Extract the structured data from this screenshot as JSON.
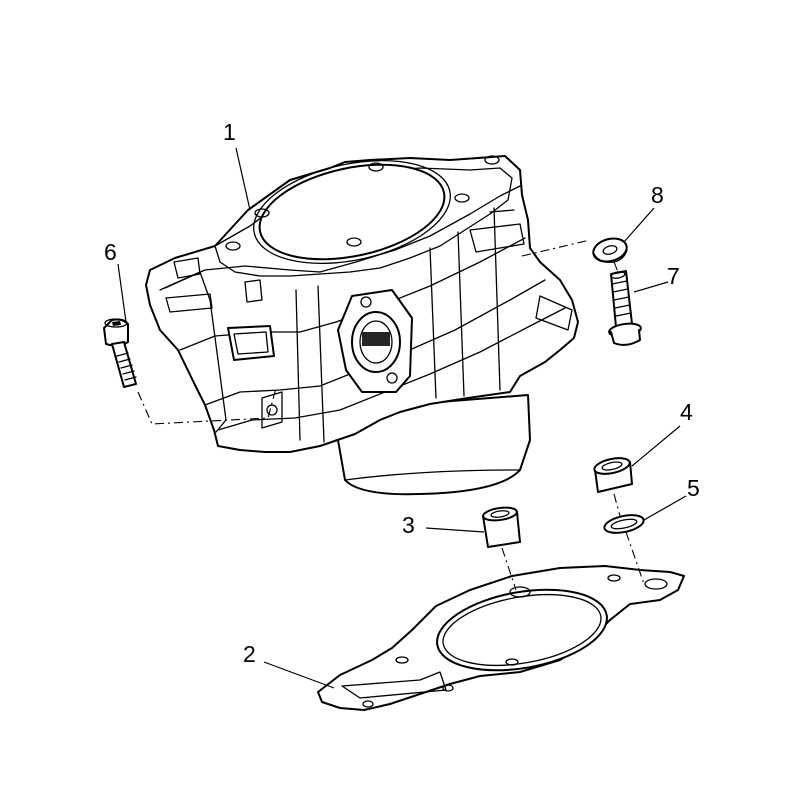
{
  "callouts": [
    {
      "id": "1",
      "label": "1"
    },
    {
      "id": "2",
      "label": "2"
    },
    {
      "id": "3",
      "label": "3"
    },
    {
      "id": "4",
      "label": "4"
    },
    {
      "id": "5",
      "label": "5"
    },
    {
      "id": "6",
      "label": "6"
    },
    {
      "id": "7",
      "label": "7"
    },
    {
      "id": "8",
      "label": "8"
    }
  ],
  "parts": [
    {
      "callout": "1",
      "icon": "cylinder-block-icon"
    },
    {
      "callout": "2",
      "icon": "base-gasket-icon"
    },
    {
      "callout": "3",
      "icon": "dowel-sleeve-icon"
    },
    {
      "callout": "4",
      "icon": "dowel-sleeve-icon"
    },
    {
      "callout": "5",
      "icon": "o-ring-icon"
    },
    {
      "callout": "6",
      "icon": "socket-head-bolt-icon"
    },
    {
      "callout": "7",
      "icon": "flange-bolt-icon"
    },
    {
      "callout": "8",
      "icon": "washer-icon"
    }
  ]
}
